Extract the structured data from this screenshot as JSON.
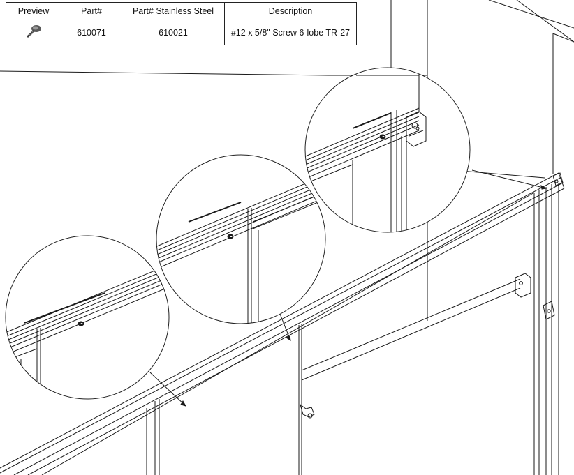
{
  "parts_table": {
    "headers": [
      "Preview",
      "Part#",
      "Part# Stainless Steel",
      "Description"
    ],
    "rows": [
      {
        "preview_icon": "screw-icon",
        "part": "610071",
        "part_stainless": "610021",
        "description": "#12 x 5/8\" Screw 6-lobe TR-27"
      }
    ]
  },
  "colors": {
    "line": "#1a1a1a",
    "panel": "#ffffff",
    "detail_circle": "#222222"
  }
}
